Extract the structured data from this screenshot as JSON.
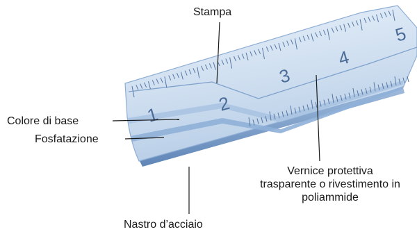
{
  "labels": {
    "stampa": "Stampa",
    "colore_di_base": "Colore di base",
    "fosfatazione": "Fosfatazione",
    "vernice_line1": "Vernice protettiva",
    "vernice_line2": "trasparente o rivestimento in",
    "vernice_line3": "poliammide",
    "nastro": "Nastro d’acciaio"
  },
  "tape": {
    "numbers": [
      "1",
      "2",
      "3",
      "4",
      "5"
    ]
  },
  "colors": {
    "tape_top": "#dfe9f5",
    "tape_mid": "#c7d8ec",
    "tape_edge": "#7fa2cb",
    "ticks": "#5677a4",
    "digits": "#4b6c98",
    "leader": "#1a1a1a"
  }
}
